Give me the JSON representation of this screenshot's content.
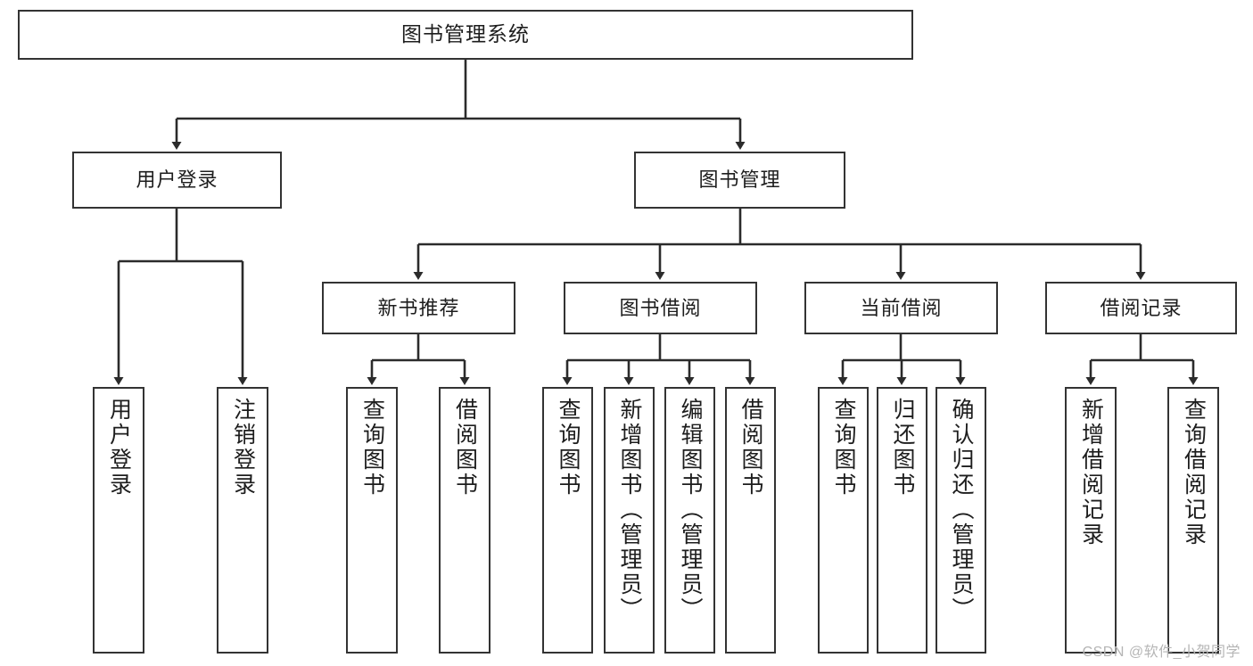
{
  "diagram": {
    "title": "图书管理系统",
    "type": "tree-hierarchy-diagram",
    "colors": {
      "box_border": "#333333",
      "box_fill": "#ffffff",
      "edge": "#2b2b2b",
      "text": "#1d1d1d",
      "watermark": "#b5b5b5",
      "background": "#ffffff"
    },
    "root": {
      "label": "图书管理系统"
    },
    "level2": [
      {
        "label": "用户登录"
      },
      {
        "label": "图书管理"
      }
    ],
    "level3": [
      {
        "label": "新书推荐"
      },
      {
        "label": "图书借阅"
      },
      {
        "label": "当前借阅"
      },
      {
        "label": "借阅记录"
      }
    ],
    "leaves": {
      "user_login": [
        {
          "label": "用户登录"
        },
        {
          "label": "注销登录"
        }
      ],
      "new_book_recommend": [
        {
          "label": "查询图书"
        },
        {
          "label": "借阅图书"
        }
      ],
      "book_borrow": [
        {
          "label": "查询图书"
        },
        {
          "label": "新增图书（管理员）"
        },
        {
          "label": "编辑图书（管理员）"
        },
        {
          "label": "借阅图书"
        }
      ],
      "current_borrow": [
        {
          "label": "查询图书"
        },
        {
          "label": "归还图书"
        },
        {
          "label": "确认归还（管理员）"
        }
      ],
      "borrow_record": [
        {
          "label": "新增借阅记录"
        },
        {
          "label": "查询借阅记录"
        }
      ]
    }
  },
  "watermark": {
    "text": "CSDN @软件_小贺同学"
  }
}
